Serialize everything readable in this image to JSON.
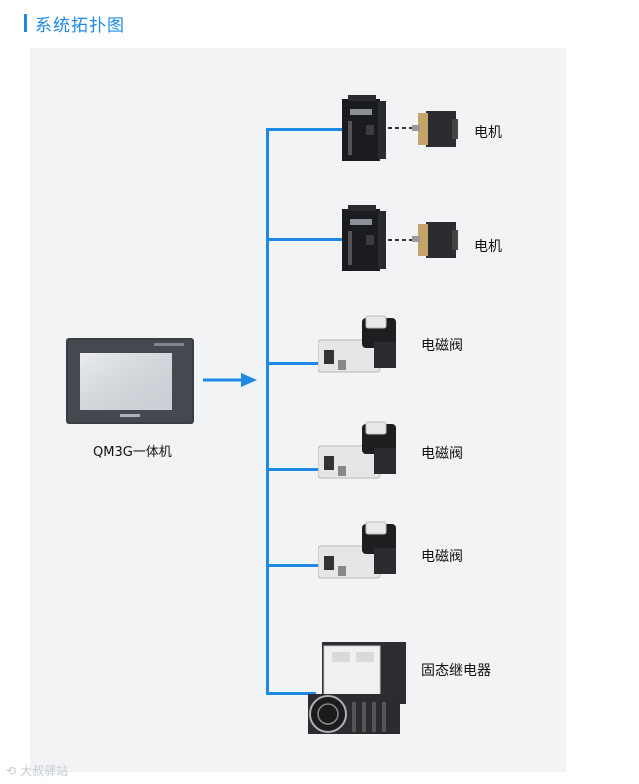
{
  "section": {
    "title": "系统拓扑图"
  },
  "controller": {
    "label": "QM3G一体机"
  },
  "devices": [
    {
      "label": "电机"
    },
    {
      "label": "电机"
    },
    {
      "label": "电磁阀"
    },
    {
      "label": "电磁阀"
    },
    {
      "label": "电磁阀"
    },
    {
      "label": "固态继电器"
    }
  ],
  "watermark": {
    "text": "大叔驿站"
  },
  "colors": {
    "accent": "#1e88e5",
    "panel_bg": "#f2f3f4",
    "hmi_body": "#3a3d42",
    "hmi_screen": "#d7dbe0",
    "driver_body": "#1b1c1f",
    "motor_body": "#2a2c30",
    "valve_body": "#e6e6e6",
    "relay_body": "#2b2d30"
  }
}
